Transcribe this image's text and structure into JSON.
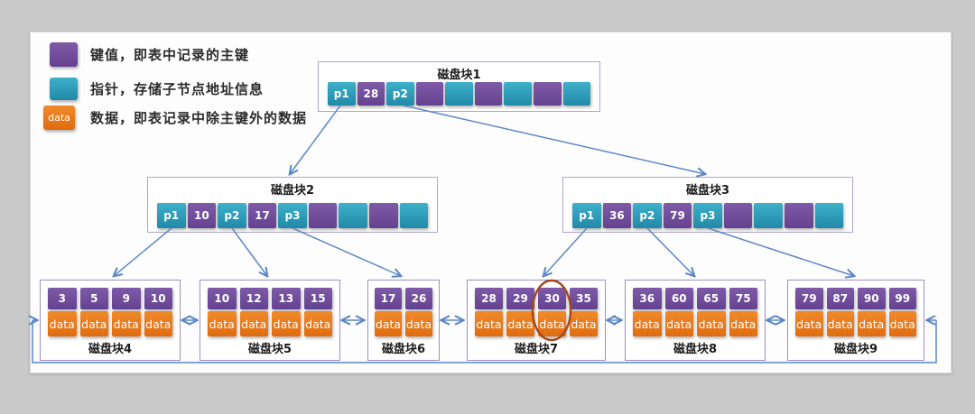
{
  "legend": {
    "items": [
      {
        "name": "key",
        "swatch_label": "",
        "description": "键值，即表中记录的主键",
        "color": "#6f4c99"
      },
      {
        "name": "pointer",
        "swatch_label": "",
        "description": "指针，存储子节点地址信息",
        "color": "#2f9fbc"
      },
      {
        "name": "data",
        "swatch_label": "data",
        "description": "数据，即表记录中除主键外的数据",
        "color": "#e8781f"
      }
    ]
  },
  "internal_blocks": [
    {
      "title": "磁盘块1",
      "cells": [
        {
          "type": "pointer",
          "label": "p1"
        },
        {
          "type": "key",
          "label": "28"
        },
        {
          "type": "pointer",
          "label": "p2"
        },
        {
          "type": "key",
          "label": ""
        },
        {
          "type": "pointer",
          "label": ""
        },
        {
          "type": "key",
          "label": ""
        },
        {
          "type": "pointer",
          "label": ""
        },
        {
          "type": "key",
          "label": ""
        },
        {
          "type": "pointer",
          "label": ""
        }
      ]
    },
    {
      "title": "磁盘块2",
      "cells": [
        {
          "type": "pointer",
          "label": "p1"
        },
        {
          "type": "key",
          "label": "10"
        },
        {
          "type": "pointer",
          "label": "p2"
        },
        {
          "type": "key",
          "label": "17"
        },
        {
          "type": "pointer",
          "label": "p3"
        },
        {
          "type": "key",
          "label": ""
        },
        {
          "type": "pointer",
          "label": ""
        },
        {
          "type": "key",
          "label": ""
        },
        {
          "type": "pointer",
          "label": ""
        }
      ]
    },
    {
      "title": "磁盘块3",
      "cells": [
        {
          "type": "pointer",
          "label": "p1"
        },
        {
          "type": "key",
          "label": "36"
        },
        {
          "type": "pointer",
          "label": "p2"
        },
        {
          "type": "key",
          "label": "79"
        },
        {
          "type": "pointer",
          "label": "p3"
        },
        {
          "type": "key",
          "label": ""
        },
        {
          "type": "pointer",
          "label": ""
        },
        {
          "type": "key",
          "label": ""
        },
        {
          "type": "pointer",
          "label": ""
        }
      ]
    }
  ],
  "leaf_blocks": [
    {
      "title": "磁盘块4",
      "keys": [
        "3",
        "5",
        "9",
        "10"
      ]
    },
    {
      "title": "磁盘块5",
      "keys": [
        "10",
        "12",
        "13",
        "15"
      ]
    },
    {
      "title": "磁盘块6",
      "keys": [
        "17",
        "26"
      ]
    },
    {
      "title": "磁盘块7",
      "keys": [
        "28",
        "29",
        "30",
        "35"
      ],
      "highlighted_key": "30"
    },
    {
      "title": "磁盘块8",
      "keys": [
        "36",
        "60",
        "65",
        "75"
      ]
    },
    {
      "title": "磁盘块9",
      "keys": [
        "79",
        "87",
        "90",
        "99"
      ]
    }
  ],
  "labels": {
    "data_cell": "data"
  },
  "colors": {
    "key": "#6f4c99",
    "pointer": "#2f9fbc",
    "data": "#e8781f",
    "arrow": "#5b87c5",
    "highlight_ellipse": "#a6461c"
  }
}
